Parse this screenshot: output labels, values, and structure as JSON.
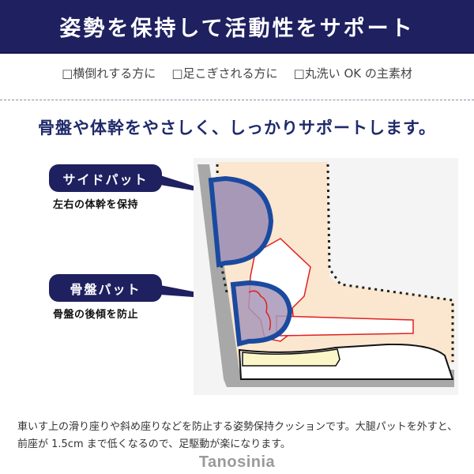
{
  "header": {
    "title": "姿勢を保持して活動性をサポート"
  },
  "features": [
    {
      "label": "□横倒れする方に"
    },
    {
      "label": "□足こぎされる方に"
    },
    {
      "label": "□丸洗い OK の主素材"
    }
  ],
  "headline": "骨盤や体幹をやさしく、しっかりサポートします。",
  "callouts": [
    {
      "title": "サイドパット",
      "description": "左右の体幹を保持"
    },
    {
      "title": "骨盤パット",
      "description": "骨盤の後傾を防止"
    }
  ],
  "description": "車いす上の滑り座りや斜め座りなどを防止する姿勢保持クッションです。大腿パットを外すと、前座が 1.5cm まで低くなるので、足駆動が楽になります。",
  "watermark": "Tanosinia",
  "colors": {
    "navy": "#1f2060",
    "headline": "#1f2a6a",
    "pad_fill": "#a898b8",
    "pad_stroke": "#1a4aa0",
    "body_fill": "#fbe7cf",
    "bone_stroke": "#e02020",
    "chair_gray": "#a8a8a8",
    "cushion_yellow": "#fbf6c8"
  }
}
